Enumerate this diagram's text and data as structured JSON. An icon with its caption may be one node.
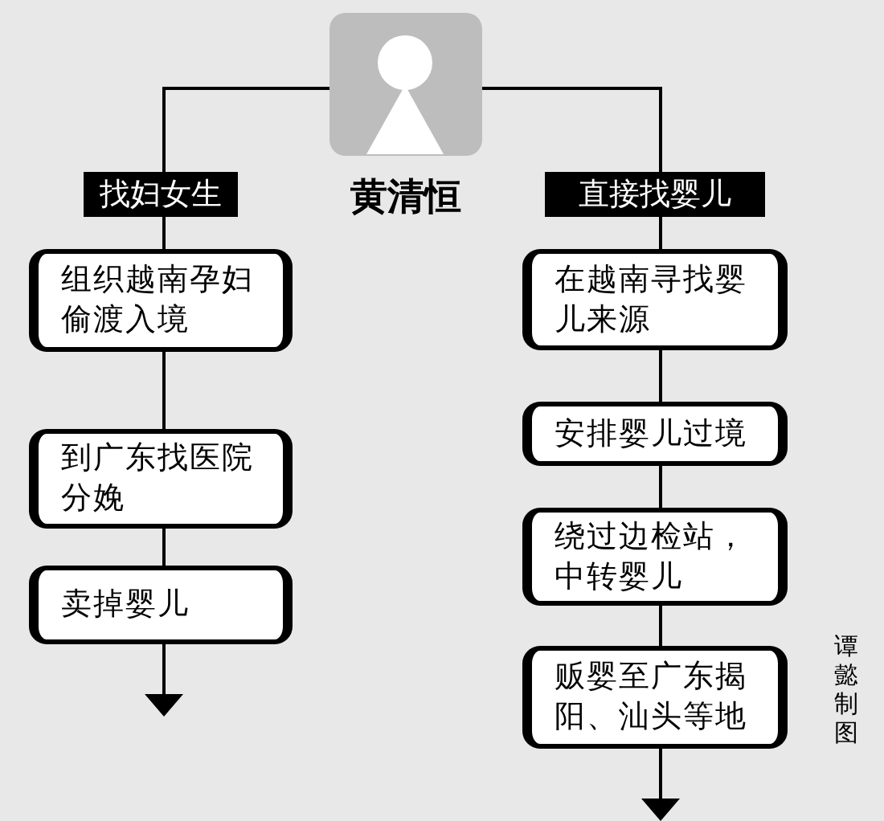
{
  "diagram": {
    "nodes": [
      {
        "text": [],
        "shape": "person"
      },
      {
        "text": [
          "找妇女生"
        ]
      },
      {
        "text": [
          "组织越南孕妇偷渡入境"
        ]
      },
      {
        "text": [
          "到广东找医院分娩"
        ]
      },
      {
        "text": [
          "卖掉婴儿"
        ]
      },
      {
        "text": [
          "直接找婴儿"
        ]
      },
      {
        "text": [
          "在越南寻找婴儿来源"
        ]
      },
      {
        "text": [
          "安排婴儿过境"
        ]
      },
      {
        "text": [
          "绕过边检站，中转婴儿"
        ]
      },
      {
        "text": [
          "贩婴至广东揭阳、汕头等地"
        ]
      }
    ],
    "edges": [
      {
        "from": 0,
        "to": 1,
        "arrow": "none"
      },
      {
        "from": 1,
        "to": 2,
        "arrow": "none"
      },
      {
        "from": 2,
        "to": 3,
        "arrow": "none"
      },
      {
        "from": 3,
        "to": 4,
        "arrow": "none"
      },
      {
        "from": 4,
        "to": null,
        "arrow": "to"
      },
      {
        "from": 0,
        "to": 5,
        "arrow": "none"
      },
      {
        "from": 5,
        "to": 6,
        "arrow": "none"
      },
      {
        "from": 6,
        "to": 7,
        "arrow": "none"
      },
      {
        "from": 7,
        "to": 8,
        "arrow": "none"
      },
      {
        "from": 8,
        "to": 9,
        "arrow": "none"
      },
      {
        "from": 9,
        "to": null,
        "arrow": "to"
      }
    ],
    "labels": [
      "黄清恒",
      "谭懿制图"
    ]
  }
}
